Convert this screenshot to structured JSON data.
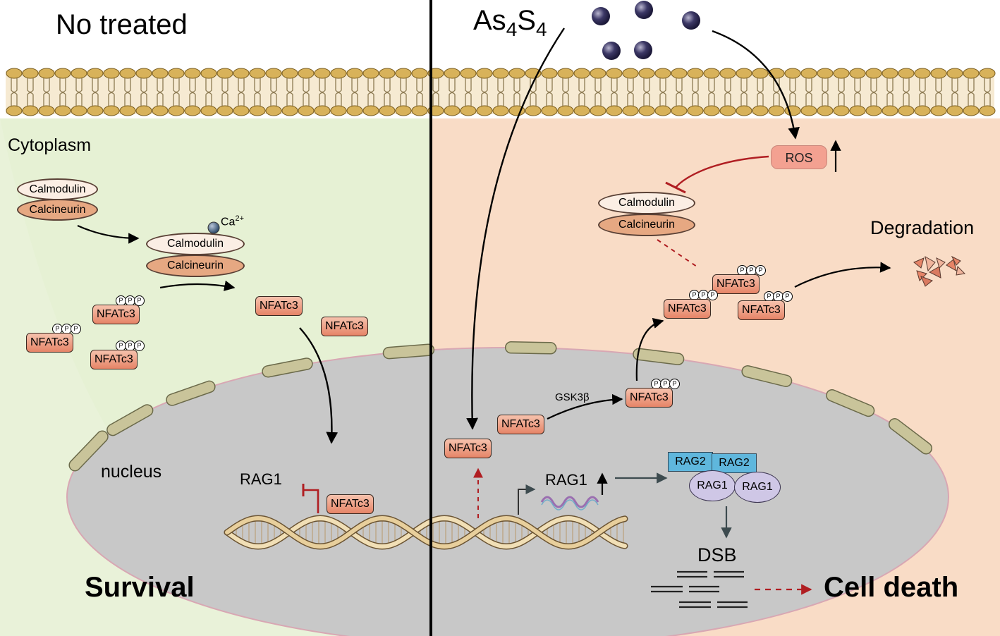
{
  "left_panel": {
    "title": "No treated",
    "cytoplasm_label": "Cytoplasm",
    "nucleus_label": "nucleus",
    "calmodulin_label": "Calmodulin",
    "calcineurin_label": "Calcineurin",
    "ca_label": "Ca",
    "ca_charge": "2+",
    "nfatc3_label": "NFATc3",
    "rag1_label": "RAG1",
    "outcome": "Survival",
    "phospho_mark": "P"
  },
  "right_panel": {
    "drug_main": "As",
    "drug_sub1": "4",
    "drug_mid": "S",
    "drug_sub2": "4",
    "ros_label": "ROS",
    "calmodulin_label": "Calmodulin",
    "calcineurin_label": "Calcineurin",
    "degradation_label": "Degradation",
    "gsk_label": "GSK3β",
    "nfatc3_label": "NFATc3",
    "rag1_label": "RAG1",
    "rag2_label": "RAG2",
    "dsb_label": "DSB",
    "outcome": "Cell death",
    "phospho_mark": "P"
  },
  "colors": {
    "left_background": "#e6f1d4",
    "right_background": "#f9dcc6",
    "nucleus": "#c8c8c8",
    "membrane_head": "#d8b25a",
    "inhibition": "#b01e22",
    "nfatc3": "#e68467",
    "rag2": "#5fb7dd",
    "rag1": "#cfc7e6",
    "ros": "#f3a191"
  }
}
